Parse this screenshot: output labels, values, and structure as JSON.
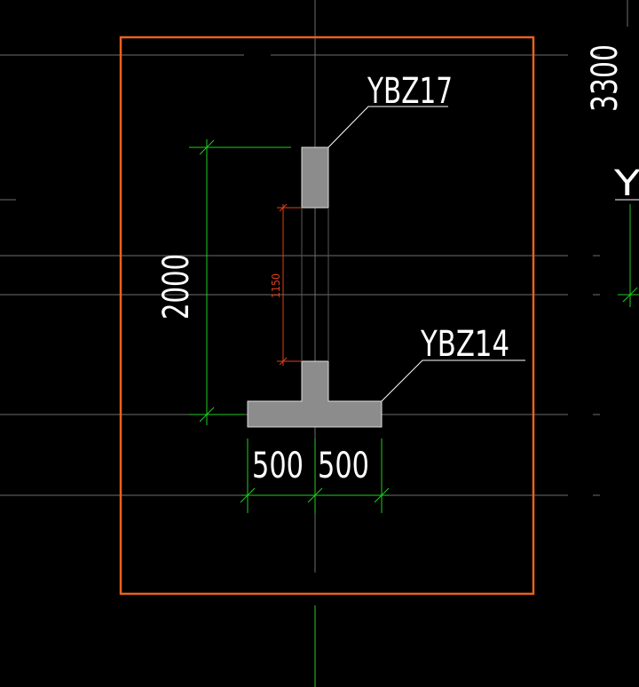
{
  "drawing": {
    "labels": {
      "upper_wall_tag": "YBZ17",
      "lower_wall_tag": "YBZ14",
      "partial_right_tag": "YE"
    },
    "dimensions": {
      "overall_height": "2000",
      "gap_between_walls": "1150",
      "left_flange": "500",
      "right_flange": "500",
      "side_dimension": "3300"
    },
    "colors": {
      "background": "#000000",
      "frame": "#E8621C",
      "grid": "#6E6E6E",
      "dimension_green": "#22CC22",
      "gap_dimension_red": "#E0401A",
      "wall_fill": "#8C8C8C",
      "text": "#FFFFFF"
    }
  }
}
